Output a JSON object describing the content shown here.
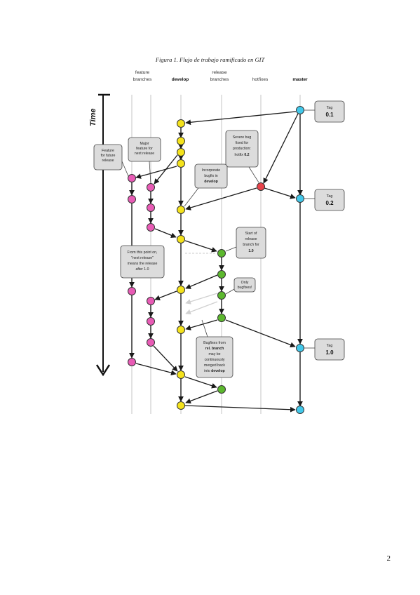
{
  "caption": "Figura 1. Flujo de trabajo ramificado en GIT",
  "page_number": "2",
  "columns": {
    "feature": [
      "feature",
      "branches"
    ],
    "develop": "develop",
    "release": [
      "release",
      "branches"
    ],
    "hotfixes": "hotfixes",
    "master": "master"
  },
  "time_label": "Time",
  "notes": {
    "feature_future": [
      "Feature",
      "for future",
      "release"
    ],
    "major_feature": [
      "Major",
      "feature for",
      "next release"
    ],
    "severe_bug": [
      "Severe bug",
      "fixed for",
      "production:",
      "hotfix ",
      "0.2"
    ],
    "incorporate_bugfix": [
      "Incorporate",
      "bugfix in",
      "develop"
    ],
    "start_release": [
      "Start of",
      "release",
      "branch for",
      "1.0"
    ],
    "next_release": [
      "From this point on,",
      "\"next release\"",
      "means the release",
      "after 1.0"
    ],
    "only_bugfixes": [
      "Only",
      "bugfixes!"
    ],
    "bugfixes_rel": [
      "Bugfixes from",
      "rel. branch",
      "may be",
      "continuously",
      "merged back",
      "into ",
      "develop"
    ]
  },
  "tags": [
    {
      "small": "Tag",
      "big": "0.1"
    },
    {
      "small": "Tag",
      "big": "0.2"
    },
    {
      "small": "Tag",
      "big": "1.0"
    }
  ],
  "colors": {
    "feature": "#e85bb5",
    "develop": "#f4e21c",
    "release": "#5cb82e",
    "hotfix": "#e8434b",
    "master": "#42c8ea"
  }
}
